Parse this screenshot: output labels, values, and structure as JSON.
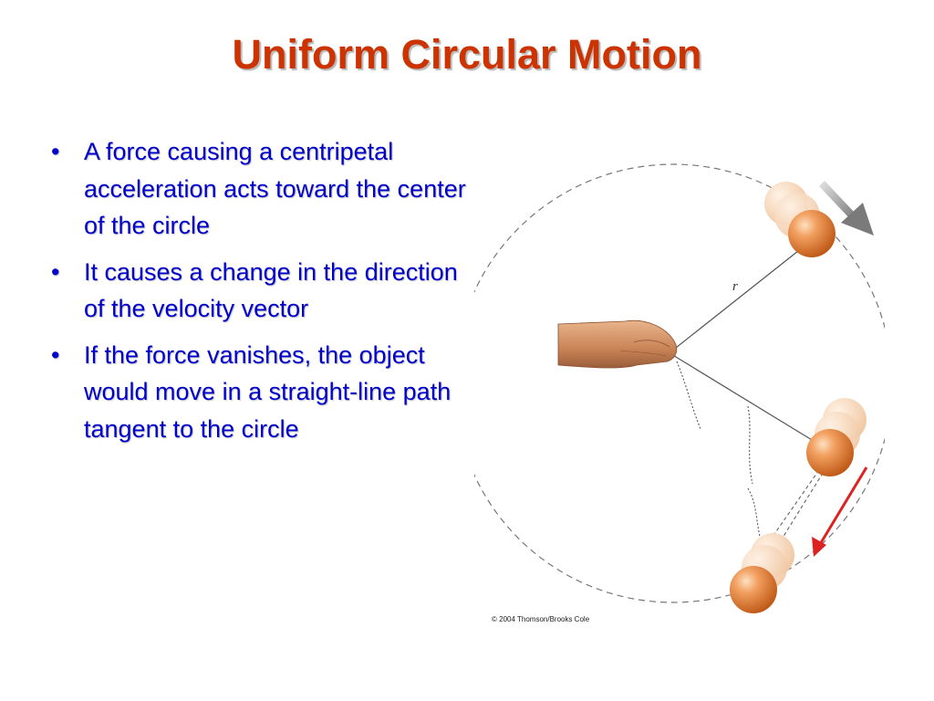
{
  "slide": {
    "title": "Uniform Circular Motion",
    "bullets": [
      "A force causing a centripetal acceleration acts toward the center of the circle",
      "It causes a change in the direction of the velocity vector",
      "If the force vanishes, the object would move in a straight-line path tangent to the circle"
    ],
    "bullet_glyph": "•"
  },
  "figure": {
    "radius_label": "r",
    "credit": "© 2004 Thomson/Brooks Cole",
    "colors": {
      "title": "#cc3300",
      "bullet_text": "#0000cc",
      "ball": "#e8823c",
      "velocity_arrow": "#dd2222",
      "motion_arrow": "#8a8a8a"
    },
    "icons": [
      "hand-icon",
      "ball-icon",
      "velocity-arrow-icon",
      "motion-arrow-icon"
    ]
  }
}
